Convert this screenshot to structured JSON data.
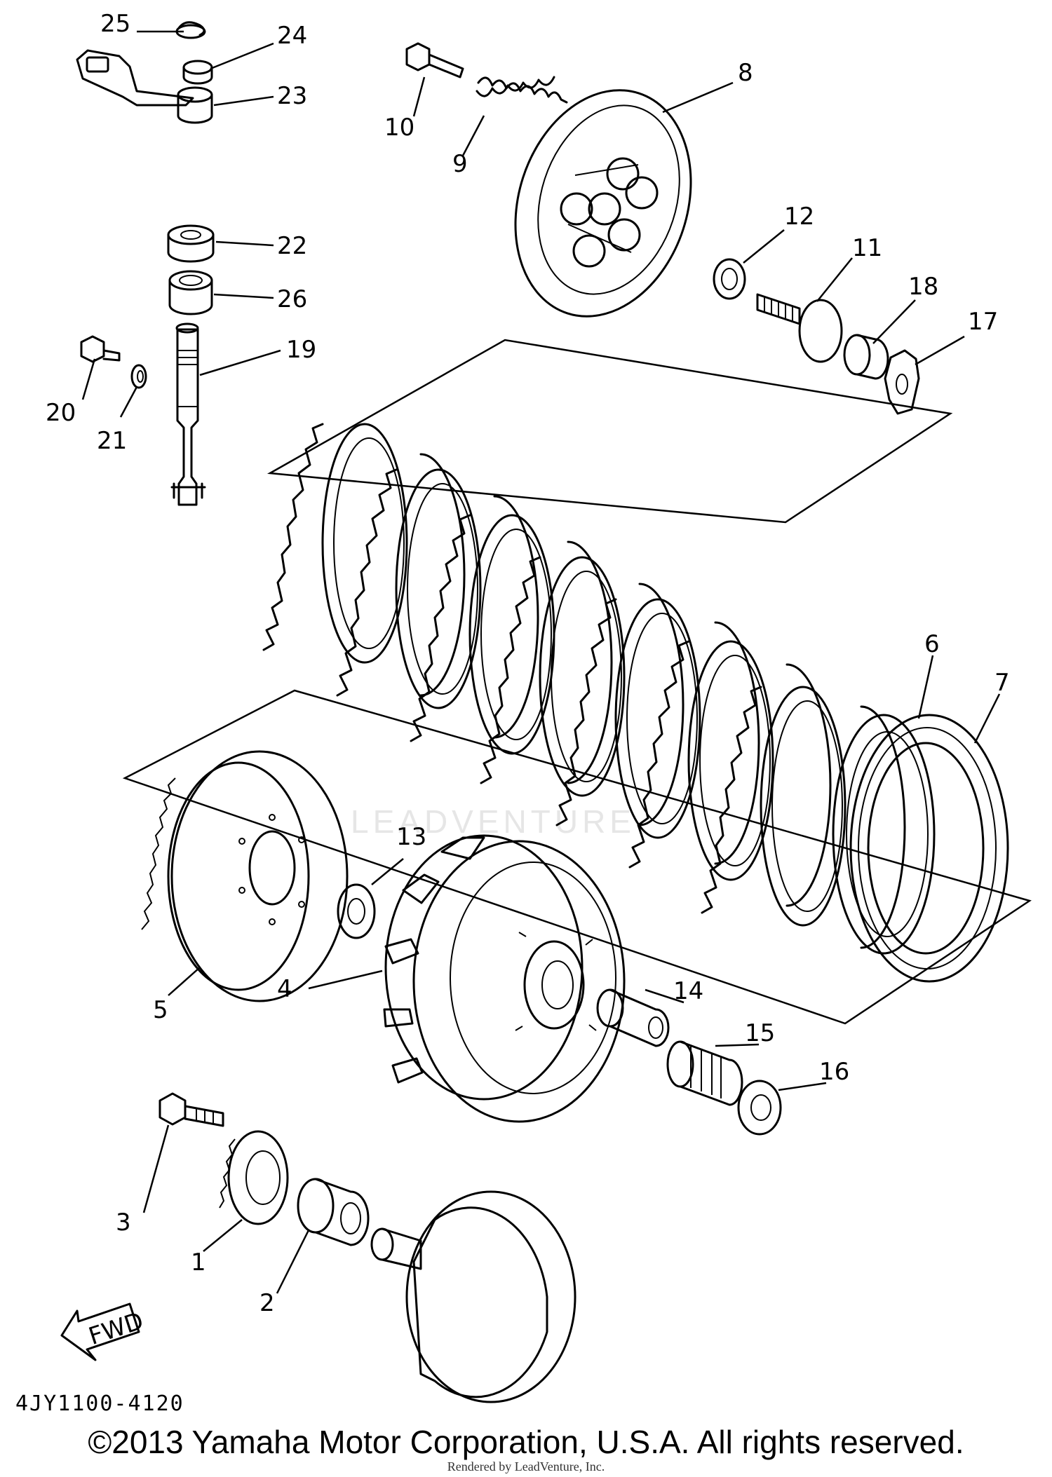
{
  "diagram": {
    "callouts": [
      "1",
      "2",
      "3",
      "4",
      "5",
      "6",
      "7",
      "8",
      "9",
      "10",
      "11",
      "12",
      "13",
      "14",
      "15",
      "16",
      "17",
      "18",
      "19",
      "20",
      "21",
      "22",
      "23",
      "24",
      "25",
      "26"
    ],
    "fwd_label": "FWD",
    "watermark": "LEADVENTURE"
  },
  "footer": {
    "part_code": "4JY1100-4120",
    "copyright": "©2013 Yamaha Motor Corporation, U.S.A. All rights reserved.",
    "rendered_by": "Rendered by LeadVenture, Inc."
  }
}
